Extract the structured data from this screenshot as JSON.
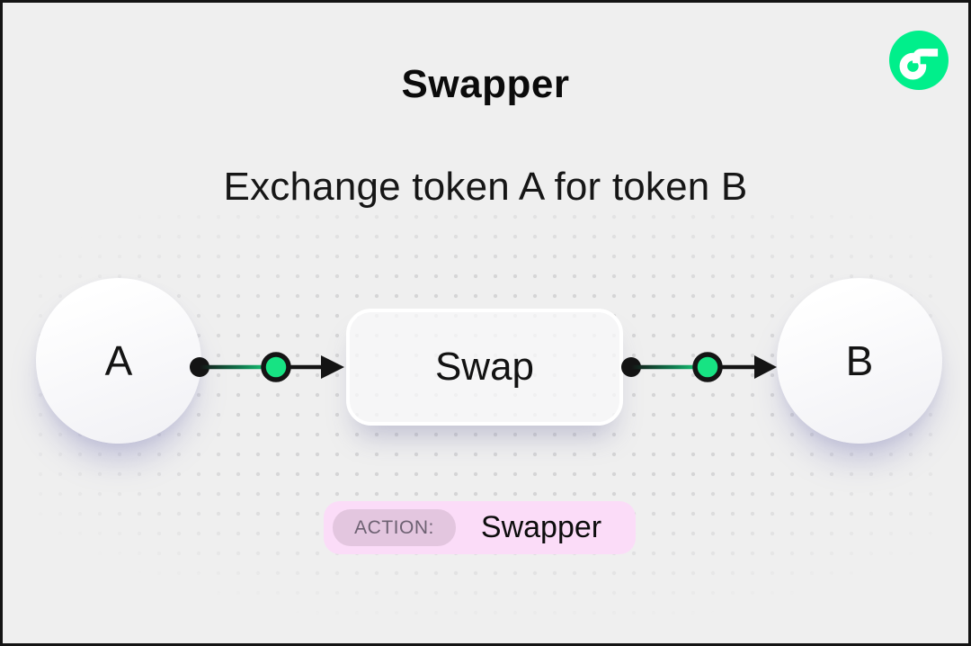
{
  "header": {
    "title": "Swapper",
    "subtitle": "Exchange token A for token B"
  },
  "logo": {
    "name": "flow-logo"
  },
  "diagram": {
    "node_a": {
      "label": "A"
    },
    "swap_box": {
      "label": "Swap"
    },
    "node_b": {
      "label": "B"
    },
    "flow": [
      "A",
      "Swap",
      "B"
    ]
  },
  "action_badge": {
    "label": "ACTION:",
    "value": "Swapper"
  },
  "colors": {
    "background": "#efefef",
    "page_border": "#141414",
    "ink": "#111111",
    "logo_green": "#00ef8b",
    "token_green": "#17e383",
    "dot_grid": "#d5d5d6",
    "badge_bg": "#fbdcf8",
    "badge_label_bg": "#e3c6df",
    "badge_label_text": "#6d6172",
    "node_fill": "#ffffff"
  }
}
